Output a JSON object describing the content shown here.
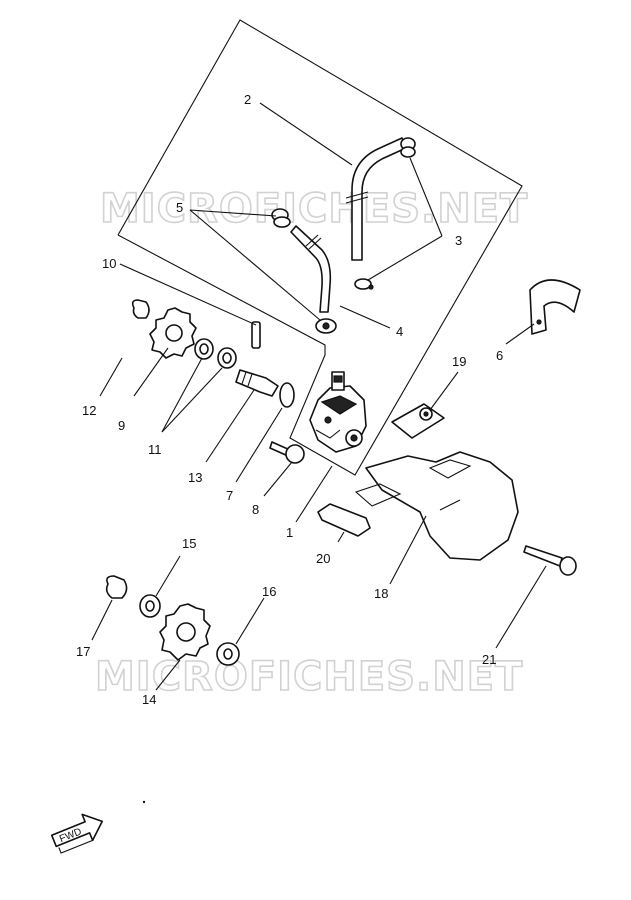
{
  "watermark": {
    "top": "MICROFICHES.NET",
    "bottom": "MICROFICHES.NET"
  },
  "callouts": {
    "c1": "1",
    "c2": "2",
    "c3": "3",
    "c4": "4",
    "c5": "5",
    "c6": "6",
    "c7": "7",
    "c8": "8",
    "c9": "9",
    "c10": "10",
    "c11": "11",
    "c12": "12",
    "c13": "13",
    "c14": "14",
    "c15": "15",
    "c16": "16",
    "c17": "17",
    "c18": "18",
    "c19": "19",
    "c20": "20",
    "c21": "21"
  },
  "direction_arrow": {
    "label": "FWD"
  }
}
